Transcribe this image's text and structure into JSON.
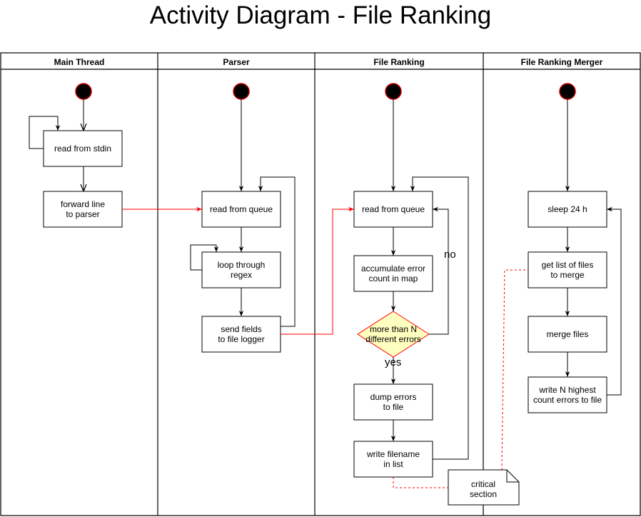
{
  "title": "Activity Diagram - File Ranking",
  "lanes": [
    "Main Thread",
    "Parser",
    "File Ranking",
    "File Ranking Merger"
  ],
  "nodes": {
    "read_stdin": [
      "read from stdin"
    ],
    "forward_line": [
      "forward line",
      "to parser"
    ],
    "parser_read_queue": [
      "read from queue"
    ],
    "loop_regex": [
      "loop through",
      "regex"
    ],
    "send_fields": [
      "send fields",
      "to file logger"
    ],
    "ranking_read_queue": [
      "read from queue"
    ],
    "accumulate": [
      "accumulate error",
      "count in map"
    ],
    "decision": [
      "more than N",
      "different errors"
    ],
    "dump_errors": [
      "dump errors",
      "to file"
    ],
    "write_filename": [
      "write filename",
      "in list"
    ],
    "sleep": [
      "sleep 24 h"
    ],
    "get_files": [
      "get list of files",
      "to merge"
    ],
    "merge_files": [
      "merge files"
    ],
    "write_highest": [
      "write N highest",
      "count errors to file"
    ],
    "note": [
      "critical",
      "section"
    ]
  },
  "edge_labels": {
    "no": "no",
    "yes": "yes"
  },
  "colors": {
    "start_fill": "#000000",
    "start_stroke": "#cc0000",
    "decision_fill": "#ffffc0",
    "decision_stroke": "#ff0000",
    "cross_lane_edge": "#ff0000",
    "note_link": "#ff0000",
    "line": "#000000"
  }
}
